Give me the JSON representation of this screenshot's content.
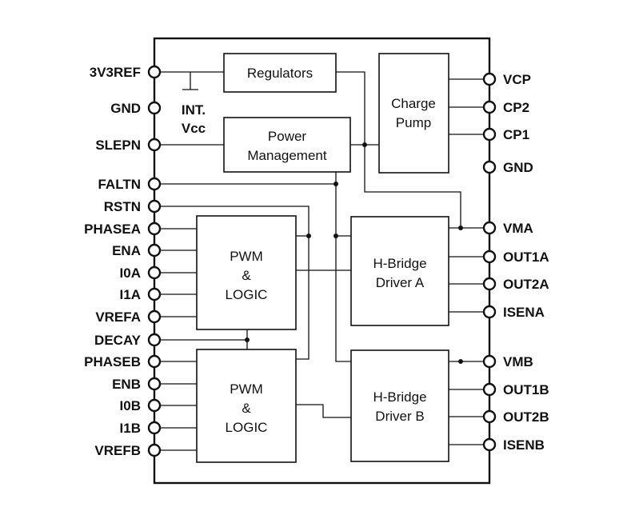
{
  "blocks": {
    "regulators": [
      "Regulators"
    ],
    "charge_pump": [
      "Charge",
      "Pump"
    ],
    "power_management": [
      "Power",
      "Management"
    ],
    "pwm_logic_a": [
      "PWM",
      "&",
      "LOGIC"
    ],
    "pwm_logic_b": [
      "PWM",
      "&",
      "LOGIC"
    ],
    "hbridge_a": [
      "H-Bridge",
      "Driver A"
    ],
    "hbridge_b": [
      "H-Bridge",
      "Driver B"
    ]
  },
  "int_vcc": [
    "INT.",
    "Vcc"
  ],
  "left_pins": [
    "3V3REF",
    "GND",
    "SLEPN",
    "FALTN",
    "RSTN",
    "PHASEA",
    "ENA",
    "I0A",
    "I1A",
    "VREFA",
    "DECAY",
    "PHASEB",
    "ENB",
    "I0B",
    "I1B",
    "VREFB"
  ],
  "right_pins": [
    "VCP",
    "CP2",
    "CP1",
    "GND",
    "VMA",
    "OUT1A",
    "OUT2A",
    "ISENA",
    "VMB",
    "OUT1B",
    "OUT2B",
    "ISENB"
  ]
}
